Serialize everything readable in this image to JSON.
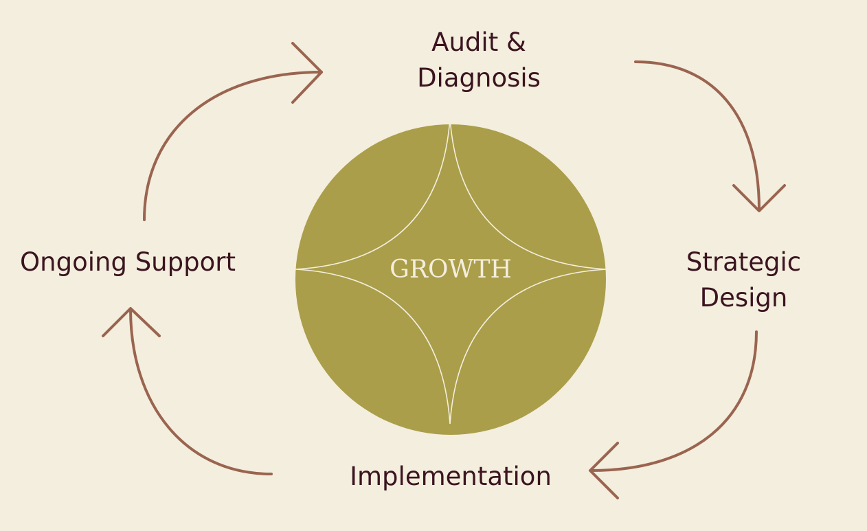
{
  "center": {
    "label": "GROWTH"
  },
  "steps": [
    {
      "label_lines": [
        "Audit &",
        "Diagnosis"
      ]
    },
    {
      "label_lines": [
        "Strategic",
        "Design"
      ]
    },
    {
      "label_lines": [
        "Implementation"
      ]
    },
    {
      "label_lines": [
        "Ongoing Support"
      ]
    }
  ],
  "colors": {
    "background": "#f3eedd",
    "circle": "#aa9e4a",
    "arrow": "#9a6450",
    "text": "#3b1420",
    "star": "#f3eedd"
  }
}
